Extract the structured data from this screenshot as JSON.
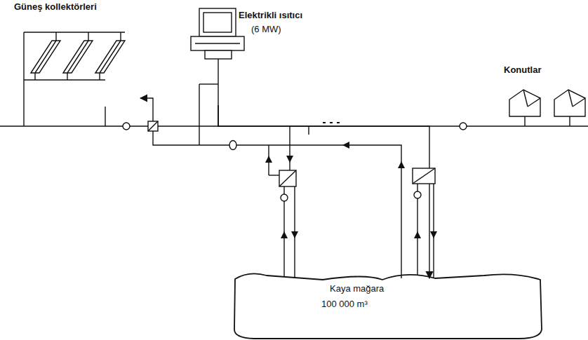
{
  "diagram": {
    "nodes": [
      {
        "text": [
          "Güneş kollektörleri"
        ]
      },
      {
        "text": [
          "Elektrikli ısıtıcı",
          "(6 MW)"
        ]
      },
      {
        "text": [
          "Konutlar"
        ]
      },
      {
        "text": [
          "Kaya mağara",
          "100 000 m³"
        ]
      }
    ],
    "edges": [
      {
        "from": 0,
        "to": 1,
        "arrow": "none"
      },
      {
        "from": 1,
        "to": 2,
        "arrow": "none"
      },
      {
        "from": 1,
        "to": 3,
        "arrow": "to"
      },
      {
        "from": 3,
        "to": 0,
        "arrow": "to"
      }
    ]
  }
}
